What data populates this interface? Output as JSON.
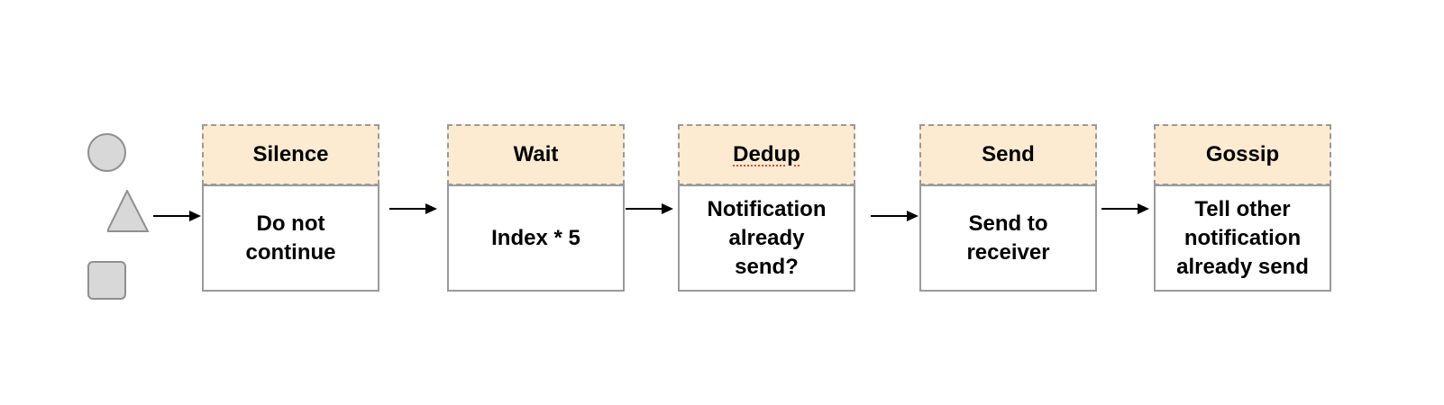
{
  "legend_shapes": [
    "circle",
    "triangle",
    "square"
  ],
  "stages": [
    {
      "title": "Silence",
      "body": "Do not\ncontinue"
    },
    {
      "title": "Wait",
      "body": "Index * 5"
    },
    {
      "title": "Dedup",
      "body": "Notification\nalready\nsend?"
    },
    {
      "title": "Send",
      "body": "Send to\nreceiver"
    },
    {
      "title": "Gossip",
      "body": "Tell other\nnotification\nalready send"
    }
  ],
  "colors": {
    "header_fill": "#fcebd1",
    "border": "#9a9a9a",
    "shape_fill": "#d8d8d8",
    "arrow": "#000000"
  }
}
